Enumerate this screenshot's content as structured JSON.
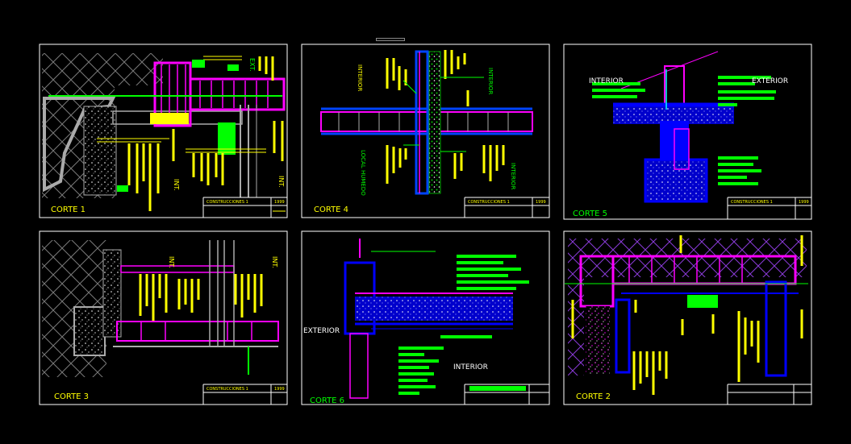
{
  "colors": {
    "background": "#000000",
    "frame": "#ffffff",
    "yellow": "#ffff00",
    "green": "#00ff00",
    "magenta": "#ff00ff",
    "blue": "#0000ff",
    "cyan": "#00ffff",
    "gray": "#9a9a9a"
  },
  "panels": [
    {
      "id": "corte-1",
      "label": "CORTE 1",
      "label_color": "#ffff00",
      "title_block": {
        "text": "CONSTRUCCIONES 1",
        "year": "1999"
      },
      "annotations": [
        {
          "text": "EXT.",
          "color": "#00ff00",
          "vertical": true
        },
        {
          "text": "INT.",
          "color": "#ffff00",
          "vertical": true
        },
        {
          "text": "INT.",
          "color": "#ffff00",
          "vertical": true
        }
      ]
    },
    {
      "id": "corte-4",
      "label": "CORTE 4",
      "label_color": "#ffff00",
      "title_block": {
        "text": "CONSTRUCCIONES 1",
        "year": "1999"
      },
      "annotations": [
        {
          "text": "INTERIOR",
          "color": "#ffff00",
          "vertical": true
        },
        {
          "text": "INTERIOR",
          "color": "#00ff00",
          "vertical": true
        },
        {
          "text": "LOCAL HUMEDO",
          "color": "#00ff00",
          "vertical": true
        },
        {
          "text": "INTERIOR",
          "color": "#00ff00",
          "vertical": true
        }
      ]
    },
    {
      "id": "corte-5",
      "label": "CORTE 5",
      "label_color": "#00ff00",
      "title_block": {
        "text": "CONSTRUCCIONES 1",
        "year": "1999"
      },
      "annotations": [
        {
          "text": "INTERIOR",
          "color": "#ffffff",
          "vertical": false
        },
        {
          "text": "EXTERIOR",
          "color": "#ffffff",
          "vertical": false
        }
      ]
    },
    {
      "id": "corte-3",
      "label": "CORTE 3",
      "label_color": "#ffff00",
      "title_block": {
        "text": "CONSTRUCCIONES 1",
        "year": "1999"
      },
      "annotations": [
        {
          "text": "INT.",
          "color": "#ffff00",
          "vertical": true
        },
        {
          "text": "INT.",
          "color": "#ffff00",
          "vertical": true
        }
      ]
    },
    {
      "id": "corte-6",
      "label": "CORTE 6",
      "label_color": "#00ff00",
      "title_block": {
        "text": "",
        "year": ""
      },
      "annotations": [
        {
          "text": "EXTERIOR",
          "color": "#ffffff",
          "vertical": false
        },
        {
          "text": "INTERIOR",
          "color": "#ffffff",
          "vertical": false
        }
      ]
    },
    {
      "id": "corte-2",
      "label": "CORTE 2",
      "label_color": "#ffff00",
      "title_block": {
        "text": "",
        "year": ""
      },
      "annotations": []
    }
  ]
}
